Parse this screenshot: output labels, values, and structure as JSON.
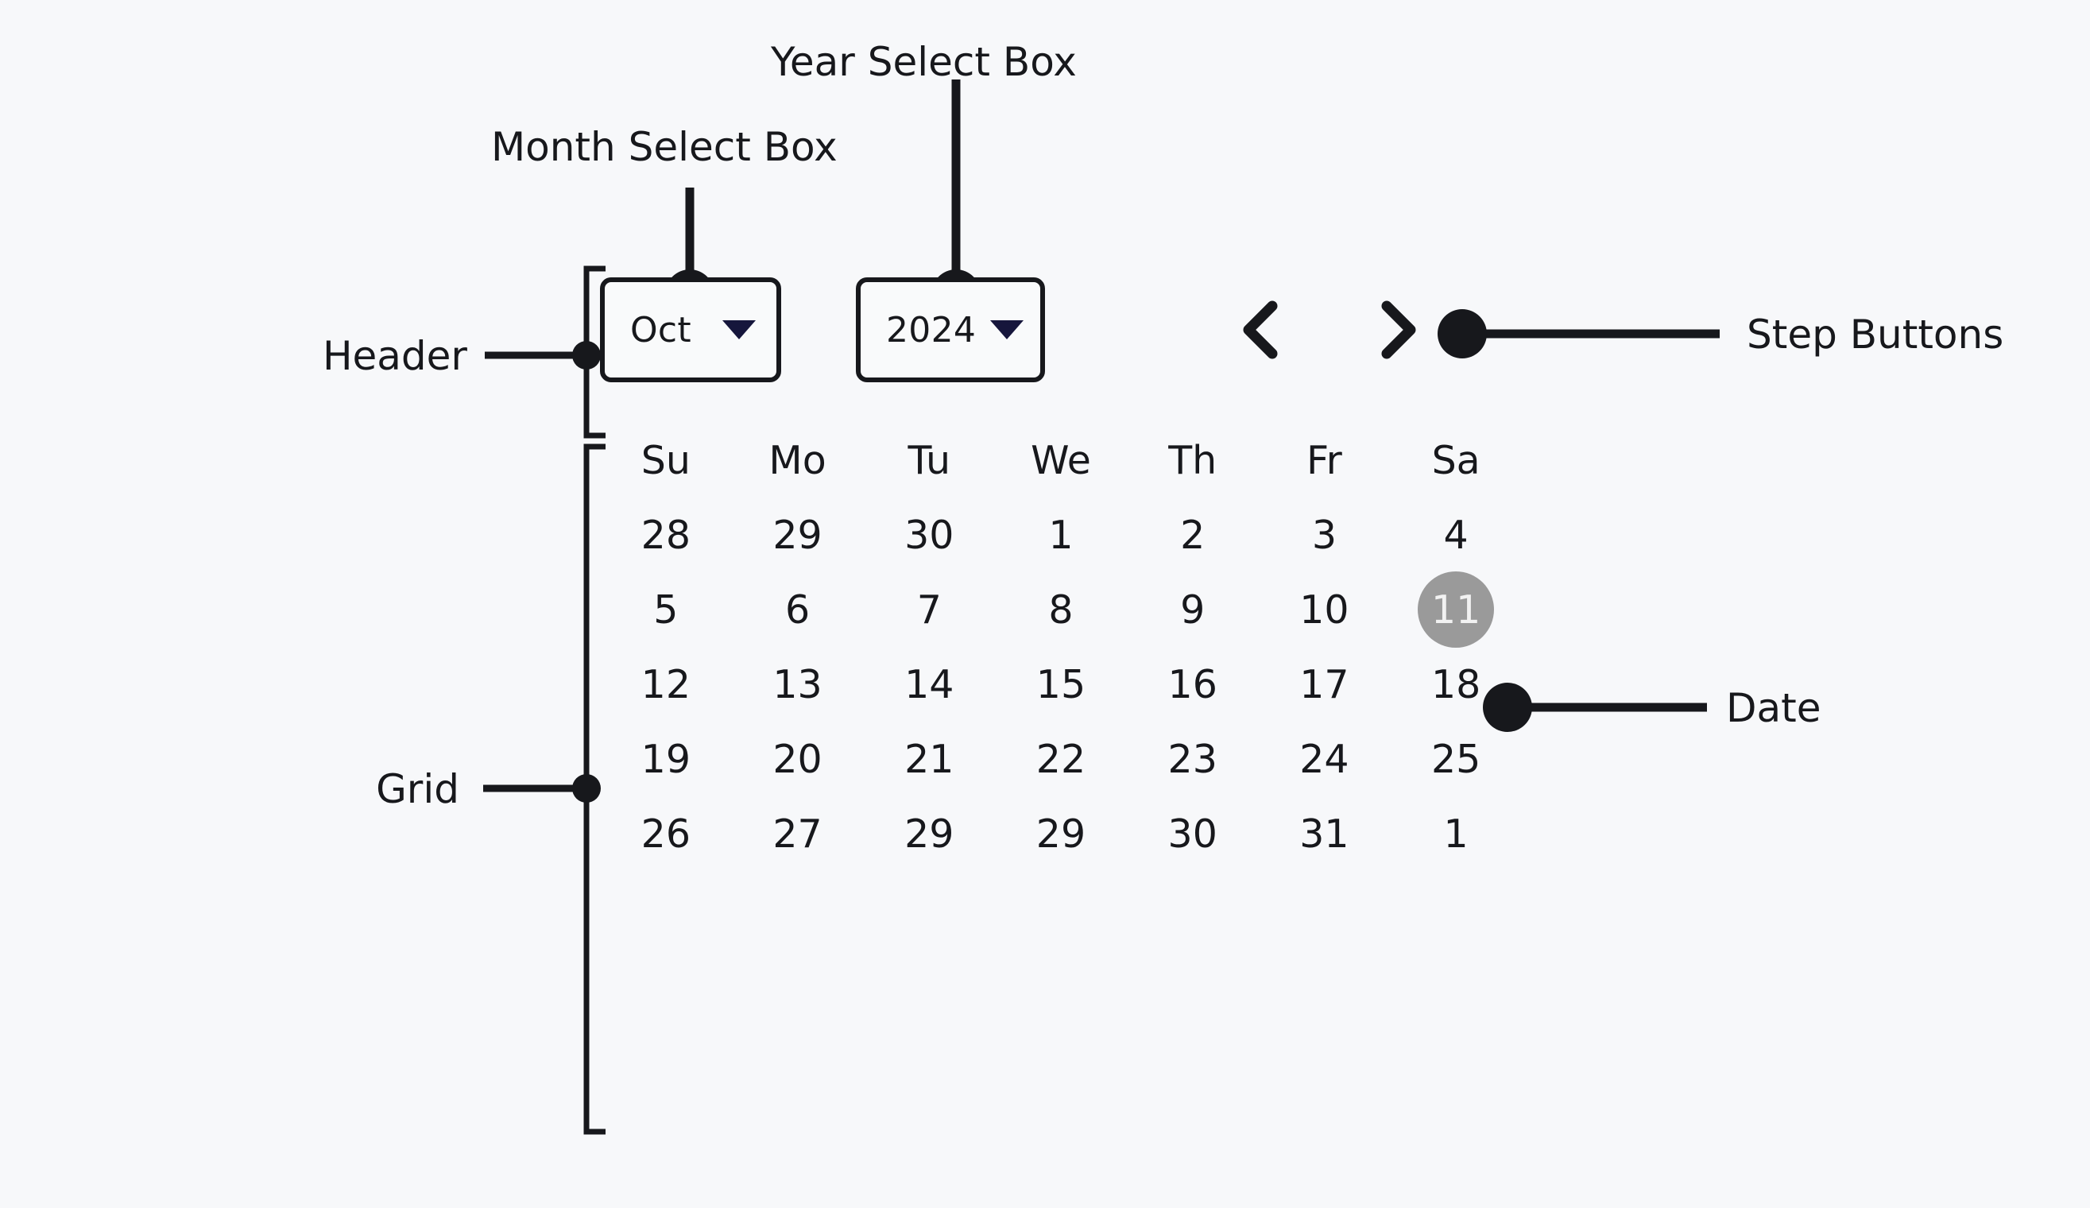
{
  "background_color": "#f7f8fa",
  "annotations": [
    {
      "id": "month-select-box",
      "label": "Month Select Box"
    },
    {
      "id": "year-select-box",
      "label": "Year Select Box"
    },
    {
      "id": "header",
      "label": "Header"
    },
    {
      "id": "step-buttons",
      "label": "Step Buttons"
    },
    {
      "id": "grid",
      "label": "Grid"
    },
    {
      "id": "date",
      "label": "Date"
    }
  ],
  "calendar": {
    "header": {
      "month_select": {
        "value": "Oct",
        "caret_icon": "chevron-down-icon"
      },
      "year_select": {
        "value": "2024",
        "caret_icon": "chevron-down-icon"
      },
      "step_buttons": [
        {
          "name": "previous",
          "icon": "chevron-left-icon"
        },
        {
          "name": "next",
          "icon": "chevron-right-icon"
        }
      ]
    },
    "weekdays": [
      "Su",
      "Mo",
      "Tu",
      "We",
      "Th",
      "Fr",
      "Sa"
    ],
    "weeks": [
      [
        "28",
        "29",
        "30",
        "1",
        "2",
        "3",
        "4"
      ],
      [
        "5",
        "6",
        "7",
        "8",
        "9",
        "10",
        "11"
      ],
      [
        "12",
        "13",
        "14",
        "15",
        "16",
        "17",
        "18"
      ],
      [
        "19",
        "20",
        "21",
        "22",
        "23",
        "24",
        "25"
      ],
      [
        "26",
        "27",
        "29",
        "29",
        "30",
        "31",
        "1"
      ]
    ],
    "selected_date": "11",
    "selected_position": {
      "week": 1,
      "weekday": 6
    },
    "colors": {
      "selected_background": "#9a9a9a",
      "selected_text": "#f2f2f2",
      "text": "#17181c",
      "caret": "#16163c",
      "border": "#17181c"
    }
  }
}
